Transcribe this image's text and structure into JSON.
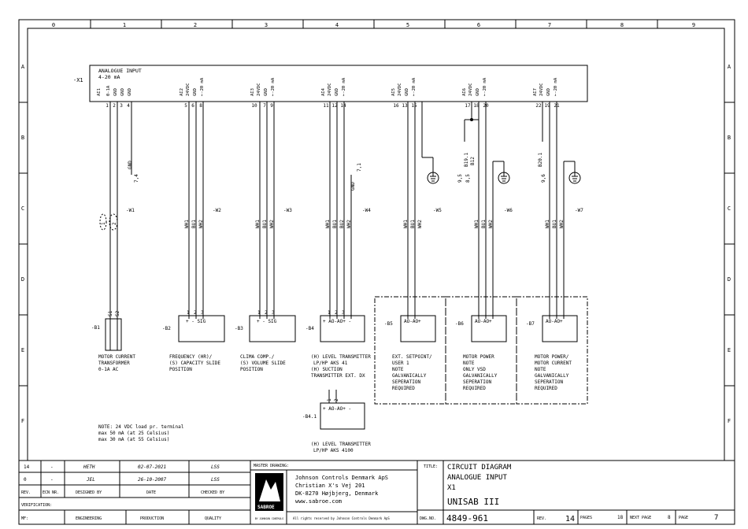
{
  "grid": {
    "columns": [
      "0",
      "1",
      "2",
      "3",
      "4",
      "5",
      "6",
      "7",
      "8",
      "9"
    ],
    "rows": [
      "A",
      "B",
      "C",
      "D",
      "E",
      "F"
    ]
  },
  "terminal_strip": {
    "ref": "-X1",
    "title_line1": "ANALOGUE INPUT",
    "title_line2": "4-20 mA",
    "groups": [
      {
        "name": "AI1",
        "signals": [
          "0-1A",
          "GND",
          "GND",
          "GND"
        ],
        "numbers": [
          "1",
          "2",
          "3",
          "4"
        ]
      },
      {
        "name": "AI2",
        "signals": [
          "24VDC",
          "GND",
          "←-20 mA"
        ],
        "numbers": [
          "5",
          "6",
          "8"
        ]
      },
      {
        "name": "AI3",
        "signals": [
          "24VDC",
          "GND",
          "←-20 mA"
        ],
        "numbers": [
          "10",
          "7",
          "9"
        ]
      },
      {
        "name": "AI4",
        "signals": [
          "24VDC",
          "GND",
          "←-20 mA"
        ],
        "numbers": [
          "11",
          "12",
          "14"
        ]
      },
      {
        "name": "AI5",
        "signals": [
          "24VDC",
          "GND",
          "←-20 mA"
        ],
        "numbers": [
          "16",
          "13",
          "15"
        ]
      },
      {
        "name": "AI6",
        "signals": [
          "24VDC",
          "GND",
          "←-20 mA"
        ],
        "numbers": [
          "17",
          "18",
          "20"
        ]
      },
      {
        "name": "AI7",
        "signals": [
          "24VDC",
          "GND",
          "←-20 mA"
        ],
        "numbers": [
          "22",
          "19",
          "21"
        ]
      }
    ]
  },
  "refs": {
    "gnd1": "GND",
    "gnd1_ref": "7,4",
    "gnd2": "GND",
    "gnd2_ref": "7,1",
    "b19": "B19.1",
    "b19_ref": "9,5",
    "b12": "B12",
    "b12_ref": "8,5",
    "b20": "B20.1",
    "b20_ref": "9,6"
  },
  "cables": {
    "w1": "-W1",
    "w2": "-W2",
    "w3": "-W3",
    "w4": "-W4",
    "w5": "-W5",
    "w6": "-W6",
    "w7": "-W7",
    "c1": "1",
    "c2": "2",
    "wh1": "WH1",
    "bu1": "BU1",
    "wh2": "WH2",
    "bu2": "BU2"
  },
  "devices": {
    "b1": {
      "ref": "-B1",
      "pin1": "S1",
      "pin2": "S2",
      "desc": [
        "MOTOR CURRENT",
        "TRANSFORMER",
        "0-1A AC"
      ]
    },
    "b2": {
      "ref": "-B2",
      "pins": "+  -  SIG",
      "nums": [
        "1",
        "2",
        "3"
      ],
      "desc": [
        "FREQUENCY (HR)/",
        "(S) CAPACITY SLIDE",
        "POSITION"
      ]
    },
    "b3": {
      "ref": "-B3",
      "pins": "+  -  SIG",
      "nums": [
        "1",
        "2",
        "3"
      ],
      "desc": [
        "CLIMA COMP./",
        "(S) VOLUME SLIDE",
        "POSITION"
      ]
    },
    "b4": {
      "ref": "-B4",
      "pins": "+ AO-AO+ -",
      "nums": [
        "1",
        "2",
        "3"
      ],
      "desc": [
        "(H) LEVEL  TRANSMITTER",
        "LP/HP AKS 41",
        "(H) SUCTION",
        "TRANSMITTER EXT. DX"
      ]
    },
    "b5": {
      "ref": "-B5",
      "pins": "AO-AO+",
      "desc": [
        "EXT. SETPOINT/",
        "USER 1",
        "NOTE",
        "GALVANICALLY",
        "SEPERATION",
        "REQUIRED"
      ]
    },
    "b6": {
      "ref": "-B6",
      "pins": "AO-AO+",
      "desc": [
        "MOTOR POWER",
        "NOTE",
        "ONLY VSD",
        "GALVANICALLY",
        "SEPERATION",
        "REQUIRED"
      ]
    },
    "b7": {
      "ref": "-B7",
      "pins": "AO-AO+",
      "desc": [
        "MOTOR POWER/",
        "MOTOR CURRENT",
        "NOTE",
        "GALVANICALLY",
        "SEPERATION",
        "REQUIRED"
      ]
    },
    "b41": {
      "ref": "-B4.1",
      "pins": "+ AO-AO+ -",
      "nums": [
        "1",
        "2"
      ],
      "desc": [
        "(H) LEVEL  TRANSMITTER",
        "LP/HP AKS 4100"
      ]
    }
  },
  "note": [
    "NOTE: 24 VDC load pr. terminal",
    "max 50 mA (at 25 Celsius)",
    "max 30 mA (at 55 Celsius)"
  ],
  "revisions": [
    {
      "rev": "14",
      "ecn": "-",
      "designed": "HETH",
      "date": "02-07-2021",
      "checked": "LSS"
    },
    {
      "rev": "0",
      "ecn": "-",
      "designed": "JEL",
      "date": "26-10-2007",
      "checked": "LSS"
    }
  ],
  "rev_headers": {
    "rev": "REV.",
    "ecn": "ECN NR.",
    "designed": "DESIGNED BY",
    "date": "DATE",
    "checked": "CHECKED BY"
  },
  "verification": "VERIFICATION:",
  "mf": "MF:",
  "footer_cols": {
    "eng": "ENGINEERING",
    "prod": "PRODUCTION",
    "qual": "QUALITY"
  },
  "master": {
    "label": "MASTER DRAWING:",
    "company": [
      "Johnson Controls Denmark ApS",
      "Christian X's Vej 201",
      "DK-8270 Højbjerg, Denmark",
      "www.sabroe.com"
    ],
    "logo": "SABROE",
    "logo_sub": "BY JOHNSON CONTROLS",
    "rights": "All rights reserved by Johnson Controls Denmark ApS"
  },
  "title_block": {
    "title_label": "TITLE:",
    "title_lines": [
      "CIRCUIT DIAGRAM",
      "ANALOGUE INPUT",
      "X1",
      "UNISAB III"
    ],
    "dwg_label": "DWG.NO.",
    "dwg": "4849-961",
    "rev_label": "REV.",
    "rev": "14",
    "pages_label": "PAGES",
    "pages": "18",
    "next_label": "NEXT PAGE",
    "next": "8",
    "page_label": "PAGE",
    "page": "7"
  },
  "colors": {
    "line": "#000000",
    "background": "#ffffff"
  }
}
